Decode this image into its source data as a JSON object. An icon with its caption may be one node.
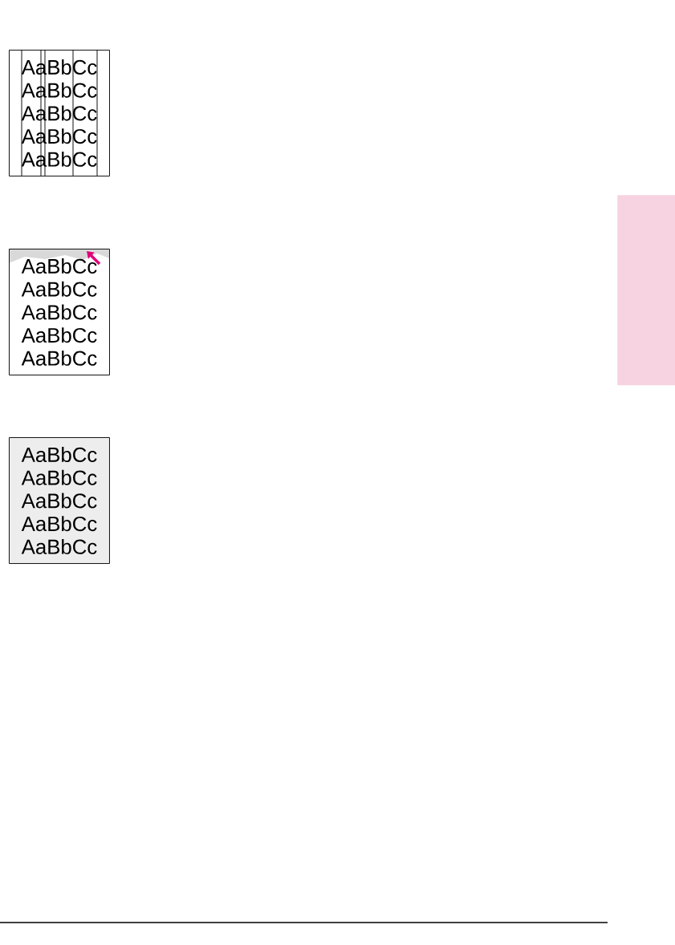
{
  "diagram": {
    "nodes": [
      {
        "text": [
          "AaBbCc",
          "AaBbCc",
          "AaBbCc",
          "AaBbCc",
          "AaBbCc"
        ]
      },
      {
        "text": [
          "AaBbCc",
          "AaBbCc",
          "AaBbCc",
          "AaBbCc",
          "AaBbCc"
        ]
      },
      {
        "text": [
          "AaBbCc",
          "AaBbCc",
          "AaBbCc",
          "AaBbCc",
          "AaBbCc"
        ]
      },
      {
        "text": [],
        "shape": "box"
      }
    ]
  }
}
